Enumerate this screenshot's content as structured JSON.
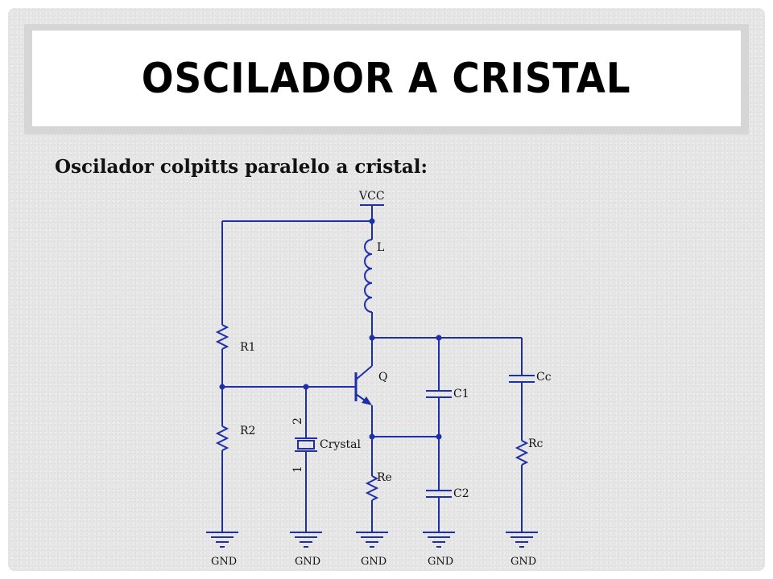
{
  "slide": {
    "title": "OSCILADOR A CRISTAL",
    "subtitle": "Oscilador colpitts paralelo a cristal:"
  },
  "schematic": {
    "supply_label": "VCC",
    "ground_label": "GND",
    "components": {
      "inductor": "L",
      "transistor": "Q",
      "r1": "R1",
      "r2": "R2",
      "crystal": "Crystal",
      "crystal_pin_top": "2",
      "crystal_pin_bottom": "1",
      "emitter_resistor": "Re",
      "c1": "C1",
      "c2": "C2",
      "coupling_cap": "Cc",
      "load_resistor": "Rc"
    },
    "colors": {
      "wire": "#1f2fa8",
      "text": "#111111"
    }
  }
}
